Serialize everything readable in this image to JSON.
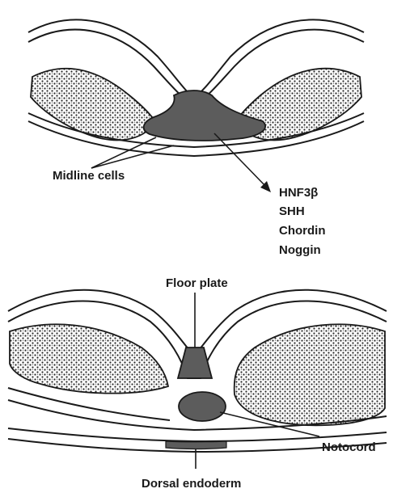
{
  "top_panel": {
    "label_midline": "Midline cells",
    "markers": [
      "HNF3β",
      "SHH",
      "Chordin",
      "Noggin"
    ]
  },
  "bottom_panel": {
    "label_floor_plate": "Floor plate",
    "label_notocord": "Notocord",
    "label_endoderm": "Dorsal endoderm"
  },
  "colors": {
    "tissue_fill": "#5c5c5c",
    "outline": "#1a1a1a",
    "stipple": "#2a2a2a"
  }
}
